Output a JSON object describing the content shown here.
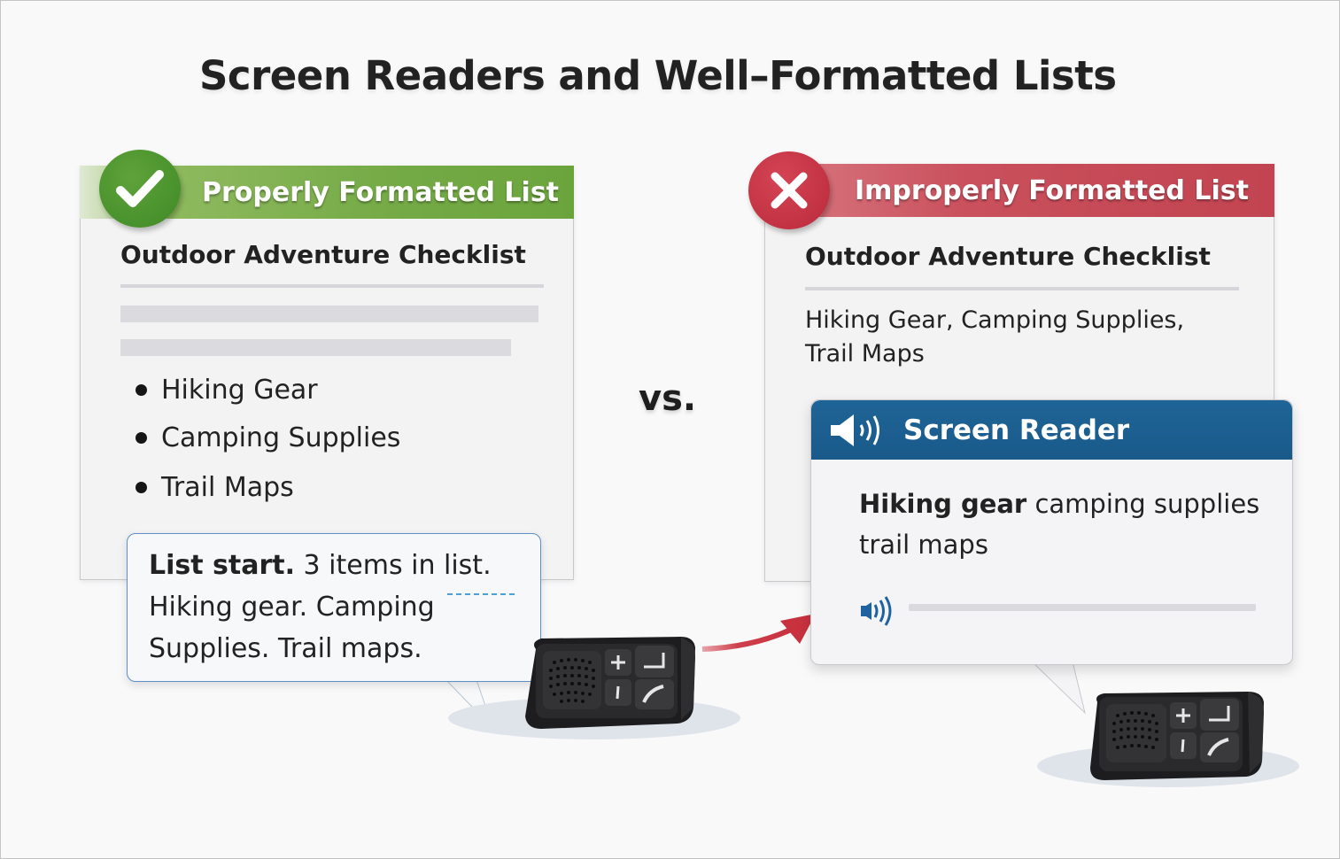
{
  "title": "Screen Readers and Well–Formatted Lists",
  "separator": "vs.",
  "colors": {
    "good_green": "#6ba43c",
    "bad_red": "#c24451",
    "screen_reader_blue": "#1f6496",
    "bubble_border": "#5b8fc6",
    "arrow_red": "#c8323f"
  },
  "proper": {
    "banner_label": "Properly Formatted List",
    "badge_icon": "checkmark-icon",
    "heading": "Outdoor Adventure Checklist",
    "items": [
      "Hiking Gear",
      "Camping Supplies",
      "Trail Maps"
    ],
    "speech": {
      "bold": "List start.",
      "rest_line1": " 3 items in list.",
      "line2": "Hiking gear. Camping",
      "line3": "Supplies. Trail maps."
    }
  },
  "improper": {
    "banner_label": "Improperly Formatted List",
    "badge_icon": "x-mark-icon",
    "heading": "Outdoor Adventure Checklist",
    "plain_line1": "Hiking Gear, Camping Supplies,",
    "plain_line2": "Trail Maps",
    "screen_reader": {
      "title": "Screen Reader",
      "icon": "speaker-icon",
      "bold": "Hiking gear",
      "rest_line1": " camping supplies",
      "line2": "trail maps",
      "audio_icon": "volume-icon"
    }
  }
}
